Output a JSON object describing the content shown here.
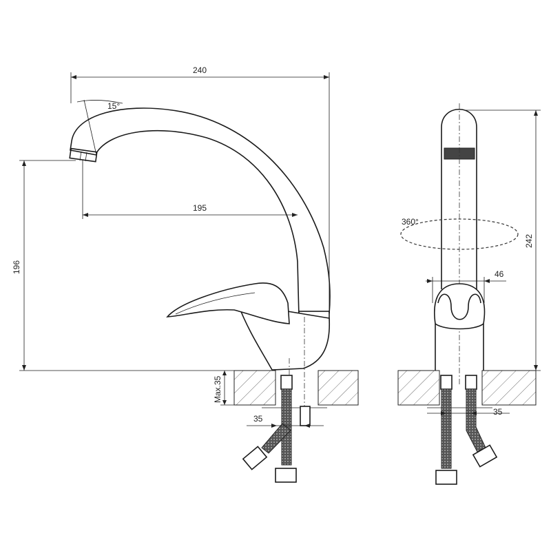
{
  "side_view": {
    "dim_total_reach": "240",
    "dim_spout_angle": "15°",
    "dim_spout_reach": "195",
    "dim_spout_height": "196",
    "dim_max_countertop": "Max.35",
    "dim_hose_spacing": "35"
  },
  "front_view": {
    "dim_rotation": "360°",
    "dim_total_height": "242",
    "dim_body_width": "46",
    "dim_hose_spacing": "35"
  }
}
